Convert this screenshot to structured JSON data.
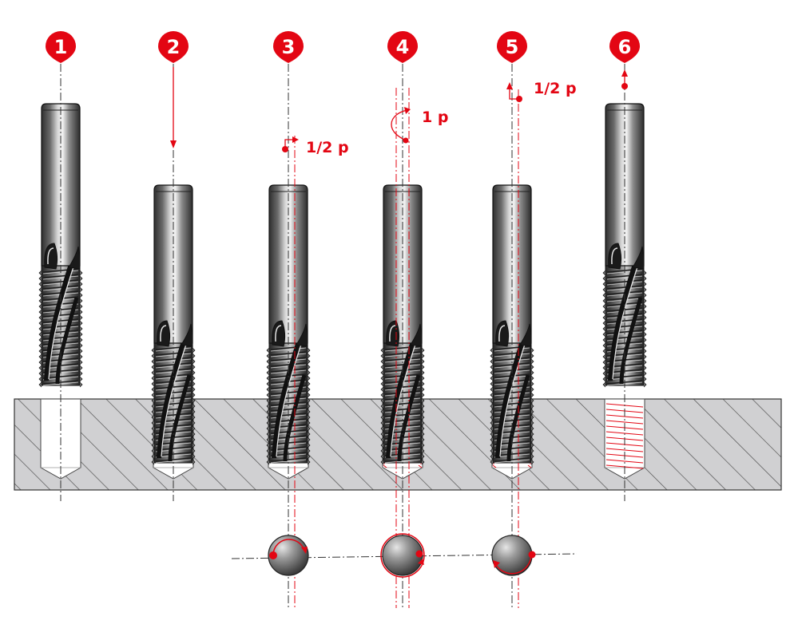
{
  "colors": {
    "accent": "#e30613",
    "workpiece": "#d0d0d2",
    "hatch": "#4a4a4a",
    "tool_dark": "#3a3a3a",
    "tool_light": "#cfcfcf",
    "outline": "#1a1a1a"
  },
  "steps": [
    {
      "number": "1",
      "move_label": ""
    },
    {
      "number": "2",
      "move_label": ""
    },
    {
      "number": "3",
      "move_label": "1/2 p"
    },
    {
      "number": "4",
      "move_label": "1 p"
    },
    {
      "number": "5",
      "move_label": "1/2 p"
    },
    {
      "number": "6",
      "move_label": ""
    }
  ]
}
